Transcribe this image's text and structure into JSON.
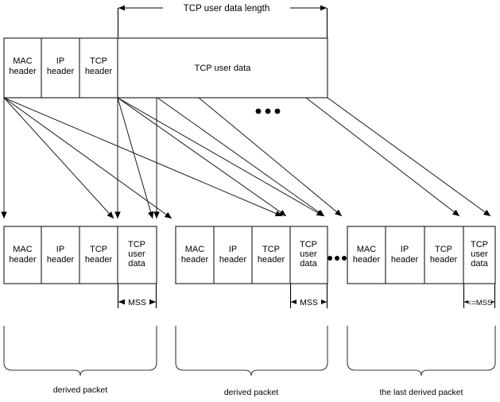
{
  "diagram": {
    "title_dimension": "TCP user data length",
    "original_packet": {
      "fields": [
        {
          "id": "mac",
          "lines": [
            "MAC",
            "header"
          ]
        },
        {
          "id": "ip",
          "lines": [
            "IP",
            "header"
          ]
        },
        {
          "id": "tcp",
          "lines": [
            "TCP",
            "header"
          ]
        },
        {
          "id": "data",
          "lines": [
            "TCP user data"
          ]
        }
      ]
    },
    "derived_packets": [
      {
        "id": "derived-packet-1",
        "caption": "derived packet",
        "size_label": "MSS",
        "fields": [
          {
            "id": "mac",
            "lines": [
              "MAC",
              "header"
            ]
          },
          {
            "id": "ip",
            "lines": [
              "IP",
              "header"
            ]
          },
          {
            "id": "tcp",
            "lines": [
              "TCP",
              "header"
            ]
          },
          {
            "id": "data",
            "lines": [
              "TCP",
              "user",
              "data"
            ]
          }
        ]
      },
      {
        "id": "derived-packet-2",
        "caption": "derived packet",
        "size_label": "MSS",
        "fields": [
          {
            "id": "mac",
            "lines": [
              "MAC",
              "header"
            ]
          },
          {
            "id": "ip",
            "lines": [
              "IP",
              "header"
            ]
          },
          {
            "id": "tcp",
            "lines": [
              "TCP",
              "header"
            ]
          },
          {
            "id": "data",
            "lines": [
              "TCP",
              "user",
              "data"
            ]
          }
        ]
      },
      {
        "id": "derived-packet-last",
        "caption": "the last derived packet",
        "size_label": "<=MSS",
        "fields": [
          {
            "id": "mac",
            "lines": [
              "MAC",
              "header"
            ]
          },
          {
            "id": "ip",
            "lines": [
              "IP",
              "header"
            ]
          },
          {
            "id": "tcp",
            "lines": [
              "TCP",
              "header"
            ]
          },
          {
            "id": "data",
            "lines": [
              "TCP",
              "user",
              "data"
            ]
          }
        ]
      }
    ],
    "ellipsis": "•••",
    "colors": {
      "background": "#ffffff",
      "stroke": "#2b2b2b",
      "flow_stroke": "#1a1a1a",
      "brace_stroke": "#3a3a3a",
      "text": "#000000"
    }
  }
}
